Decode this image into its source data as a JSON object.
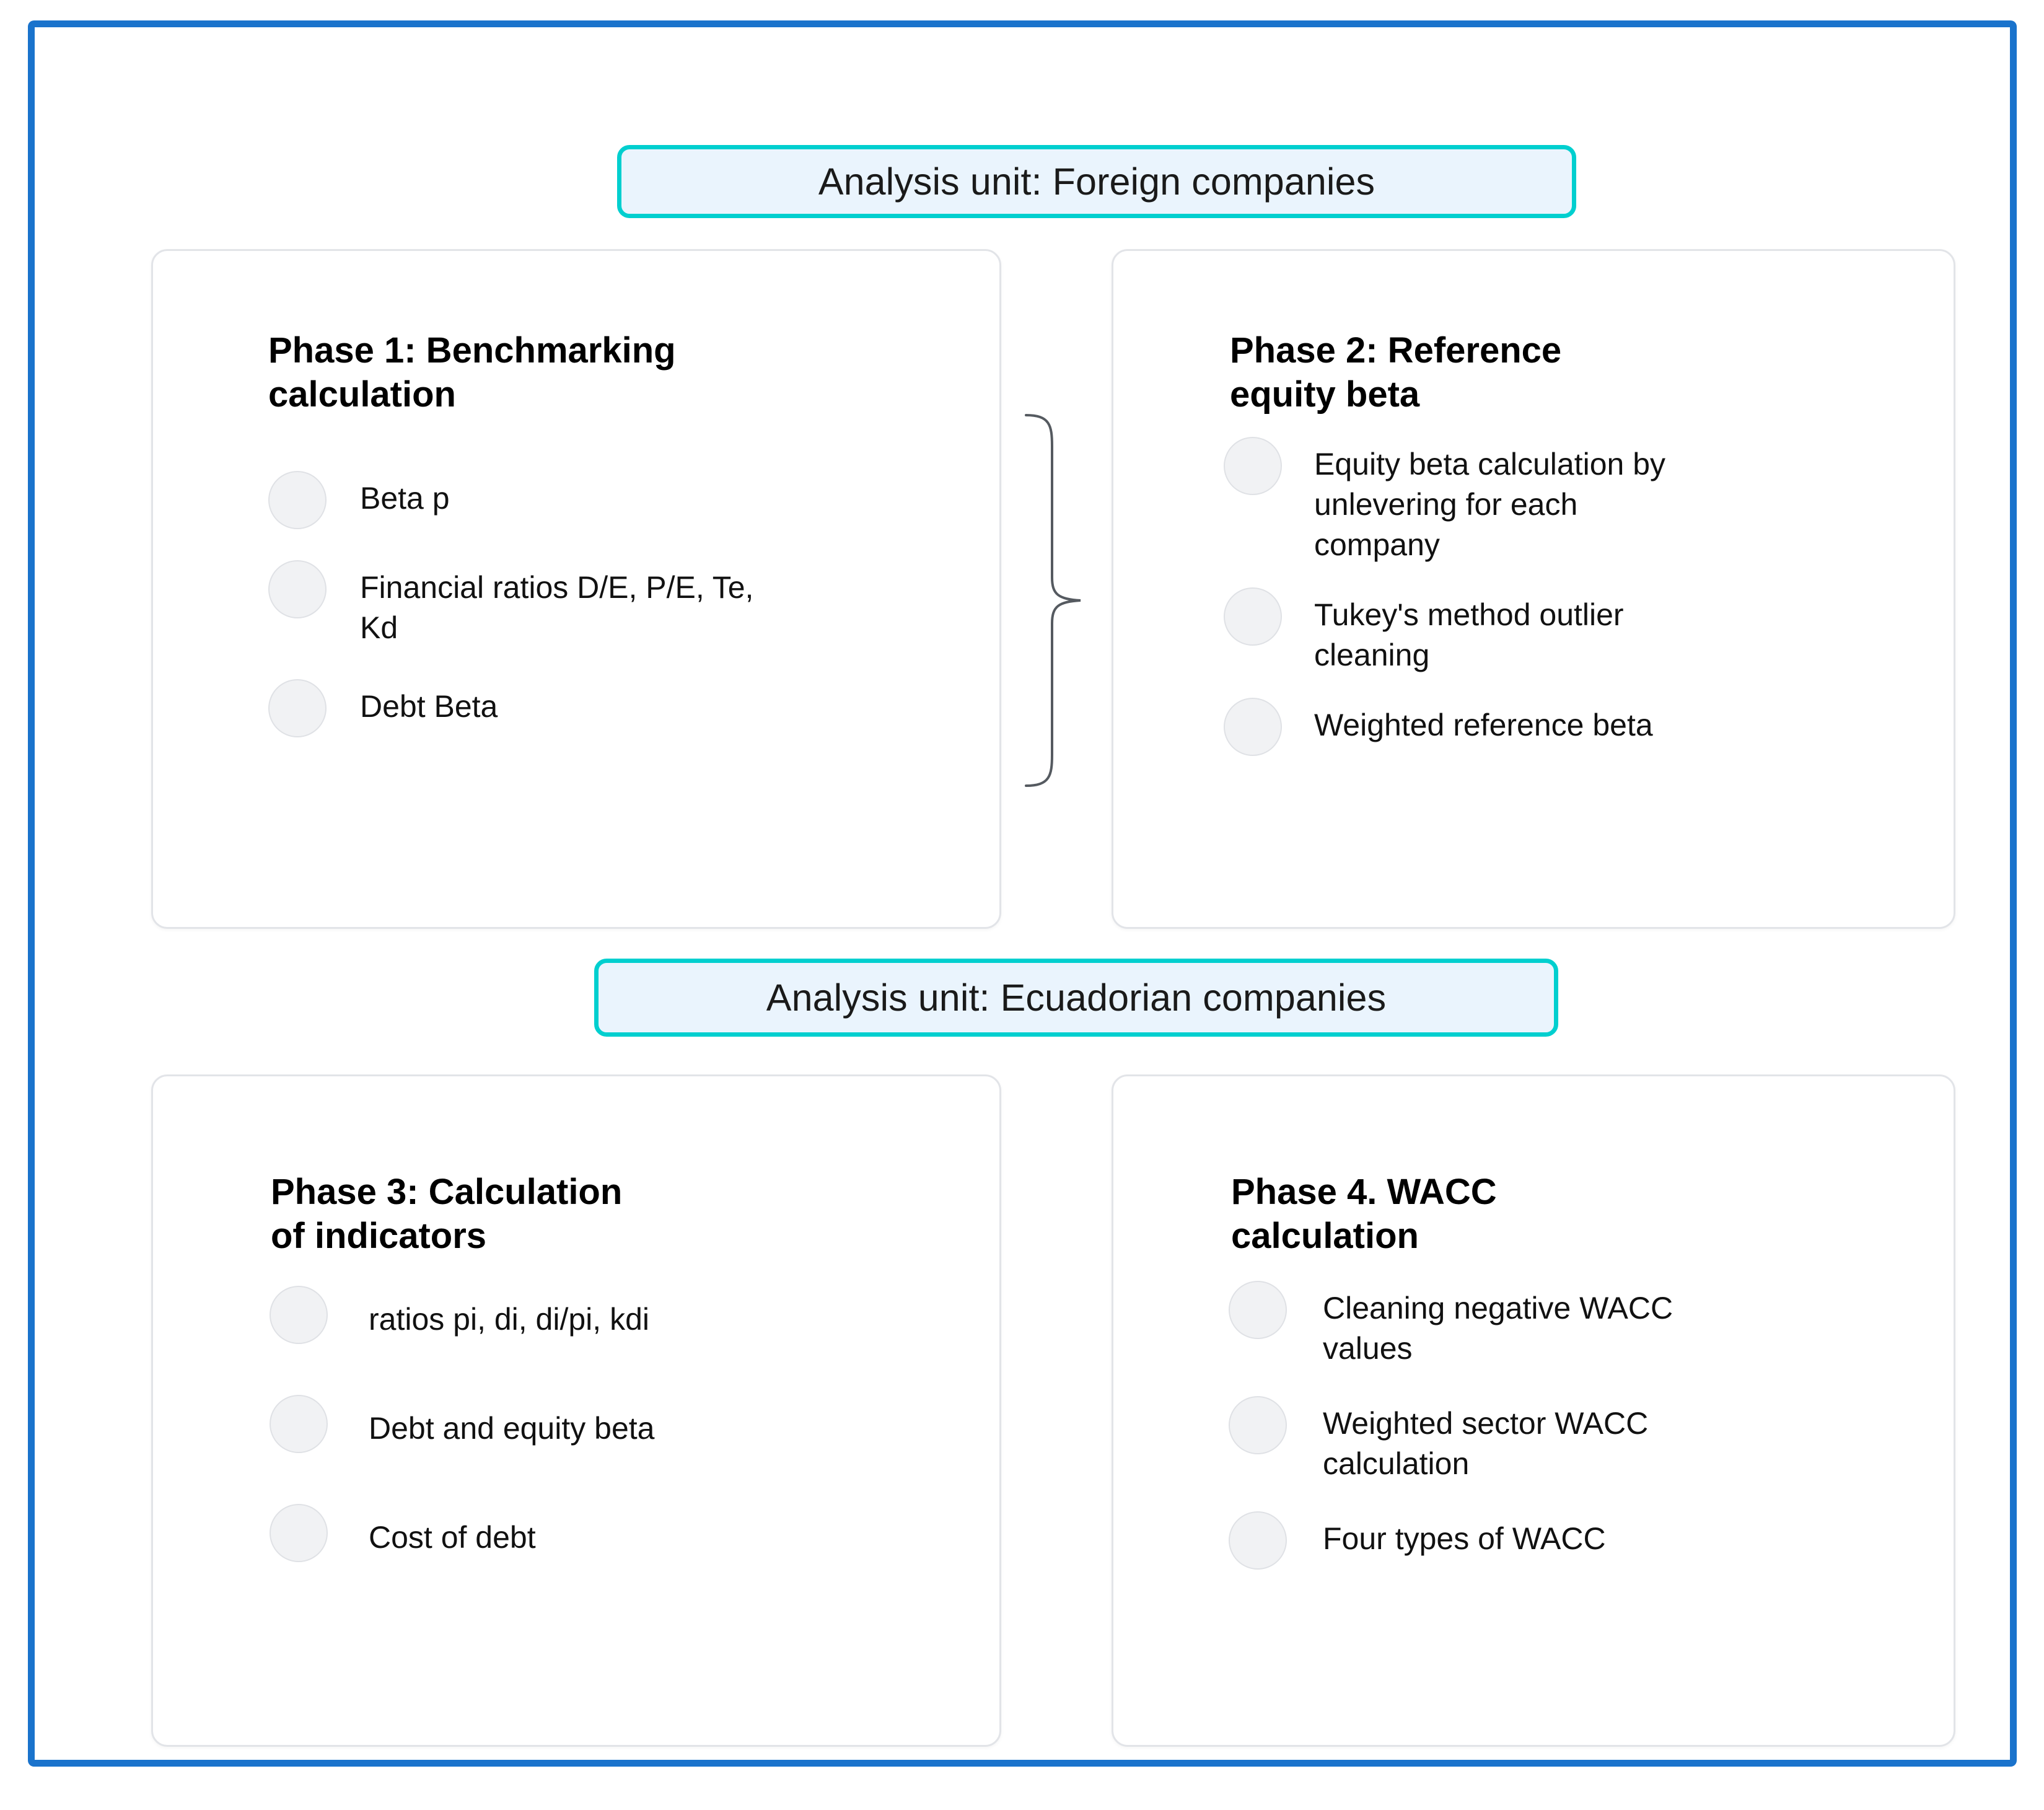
{
  "sections": [
    {
      "id": "foreign",
      "label": "Analysis unit: Foreign companies"
    },
    {
      "id": "ecuadorian",
      "label": "Analysis unit: Ecuadorian companies"
    }
  ],
  "phases": [
    {
      "id": "phase1",
      "title": "Phase 1: Benchmarking\ncalculation",
      "items": [
        "Beta p",
        "Financial ratios D/E, P/E,  Te,\nKd",
        "Debt Beta"
      ]
    },
    {
      "id": "phase2",
      "title": "Phase 2: Reference\nequity beta",
      "items": [
        "Equity beta calculation by\nunlevering for each\ncompany",
        "Tukey's method outlier\ncleaning",
        "Weighted reference beta"
      ]
    },
    {
      "id": "phase3",
      "title": "Phase 3: Calculation\nof indicators",
      "items": [
        "ratios pi, di, di/pi, kdi",
        "Debt and equity beta",
        "Cost of debt"
      ]
    },
    {
      "id": "phase4",
      "title": "Phase 4. WACC\ncalculation",
      "items": [
        "Cleaning negative WACC\nvalues",
        "Weighted sector WACC\ncalculation",
        "Four types of WACC"
      ]
    }
  ],
  "connector": {
    "name": "curly-brace",
    "from": "phase1",
    "to": "phase2"
  },
  "colors": {
    "frame_border": "#1a73cc",
    "banner_border": "#00cfcf",
    "banner_fill": "#eaf4fd",
    "card_border": "#e2e4e8",
    "bullet_fill": "#f1f2f4",
    "bullet_border": "#dfe1e5",
    "text": "#111111"
  }
}
